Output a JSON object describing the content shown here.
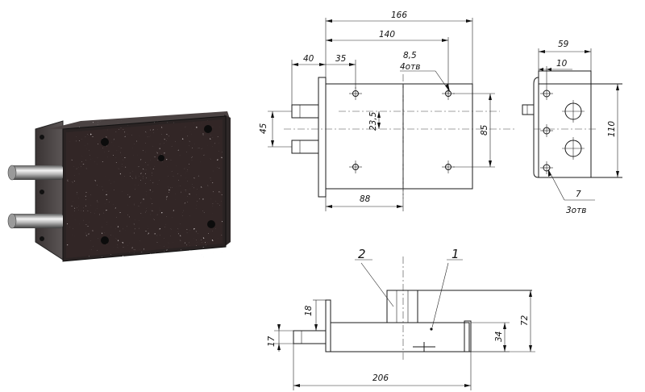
{
  "dimensions": {
    "front": {
      "width_total": "166",
      "width_140": "140",
      "dim_40": "40",
      "dim_35": "35",
      "hole_size": "8,5",
      "hole_count": "4отв",
      "height_45": "45",
      "dim_23_5": "23,5",
      "height_85": "85",
      "dim_88": "88"
    },
    "side": {
      "width_59": "59",
      "dim_10_top": "10",
      "height_110": "110",
      "hole_size": "7",
      "hole_count": "3отв"
    },
    "top": {
      "length_206": "206",
      "dim_18": "18",
      "dim_17": "17",
      "dim_34": "34",
      "height_72": "72"
    }
  },
  "callouts": [
    "1",
    "2"
  ]
}
